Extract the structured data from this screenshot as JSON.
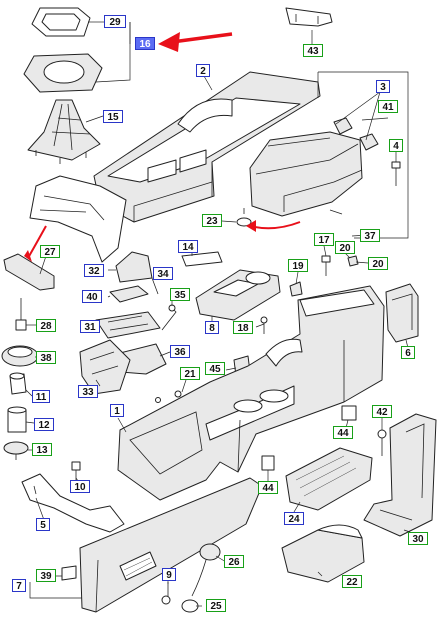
{
  "diagram": {
    "highlight_color": "#e8101a",
    "label_colors": {
      "blue": "#2a36c8",
      "green": "#18a018",
      "selected": "#5b6cf4"
    },
    "labels": {
      "l1": "1",
      "l2": "2",
      "l3": "3",
      "l4": "4",
      "l5": "5",
      "l6": "6",
      "l7": "7",
      "l8": "8",
      "l9": "9",
      "l10": "10",
      "l11": "11",
      "l12": "12",
      "l13": "13",
      "l14": "14",
      "l15": "15",
      "l16": "16",
      "l17": "17",
      "l18": "18",
      "l19": "19",
      "l20a": "20",
      "l20b": "20",
      "l21": "21",
      "l22": "22",
      "l23": "23",
      "l24": "24",
      "l25": "25",
      "l26": "26",
      "l27": "27",
      "l28": "28",
      "l29": "29",
      "l30": "30",
      "l31": "31",
      "l32": "32",
      "l33": "33",
      "l34": "34",
      "l35": "35",
      "l36": "36",
      "l37": "37",
      "l38": "38",
      "l39": "39",
      "l40": "40",
      "l41": "41",
      "l42": "42",
      "l43": "43",
      "l44a": "44",
      "l44b": "44",
      "l45": "45"
    }
  }
}
